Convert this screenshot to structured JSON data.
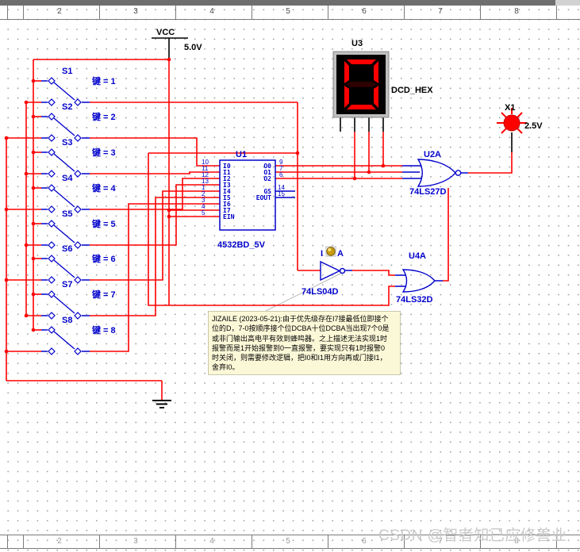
{
  "title": "Priority encoder keypad alarm schematic",
  "colors": {
    "wire": "#ff0000",
    "component": "#0000cc",
    "black": "#000000",
    "annotation_bg": "#fbf8d8",
    "segment_on": "#ff0000",
    "display_bg": "#000000",
    "lamp": "#ff0000",
    "grid_dot": "#9c9c9c",
    "ruler_num": "#4a4a4a",
    "watermark": "#c9c9c9"
  },
  "ruler": {
    "numbers": [
      "2",
      "3",
      "4",
      "5",
      "6",
      "7",
      "8"
    ]
  },
  "power": {
    "vcc_label": "VCC",
    "vcc_voltage": "5.0V"
  },
  "switches": [
    {
      "ref": "S1",
      "key_label": "键 = 1"
    },
    {
      "ref": "S2",
      "key_label": "键 = 2"
    },
    {
      "ref": "S3",
      "key_label": "键 = 3"
    },
    {
      "ref": "S4",
      "key_label": "键 = 4"
    },
    {
      "ref": "S5",
      "key_label": "键 = 5"
    },
    {
      "ref": "S6",
      "key_label": "键 = 6"
    },
    {
      "ref": "S7",
      "key_label": "键 = 7"
    },
    {
      "ref": "S8",
      "key_label": "键 = 8"
    }
  ],
  "u1": {
    "ref": "U1",
    "part": "4532BD_5V",
    "left_pins": [
      {
        "num": "10",
        "label": "I0"
      },
      {
        "num": "11",
        "label": "I1"
      },
      {
        "num": "12",
        "label": "I2"
      },
      {
        "num": "13",
        "label": "I3"
      },
      {
        "num": "1",
        "label": "I4"
      },
      {
        "num": "2",
        "label": "I5"
      },
      {
        "num": "3",
        "label": "I6"
      },
      {
        "num": "4",
        "label": "I7"
      },
      {
        "num": "5",
        "label": "EIN"
      }
    ],
    "right_pins": [
      {
        "num": "9",
        "label": "O0"
      },
      {
        "num": "7",
        "label": "O1"
      },
      {
        "num": "6",
        "label": "O2"
      },
      {
        "num": "14",
        "label": "GS"
      },
      {
        "num": "15",
        "label": "EOUT"
      }
    ]
  },
  "u2a": {
    "ref": "U2A",
    "part": "74LS27D"
  },
  "u3": {
    "ref": "U3",
    "part": "DCD_HEX",
    "displayed_digit": "0"
  },
  "u4a": {
    "ref": "U4A",
    "part": "74LS32D"
  },
  "inverter": {
    "ref_prefix": "I",
    "ref_suffix": "A",
    "part": "74LS04D"
  },
  "lamp": {
    "ref": "X1",
    "voltage": "2.5V"
  },
  "annotation": {
    "lines": [
      "JIZAILE (2023-05-21):由于优先级存在I7接最低位即接个",
      "位的D，7-0按顺序接个位DCBA十位DCBA当出现7个0是",
      "或非门输出高电平有效到蜂鸣器。之上描述无法实现1时",
      "报警而是1开始报警到0一直报警，要实现只有1时报警0",
      "时关闭，则需要修改逻辑，把I0和I1用方向再或门接I1，",
      "舍弃I0。"
    ]
  },
  "watermark": "CSDN @智者知已应修善业"
}
